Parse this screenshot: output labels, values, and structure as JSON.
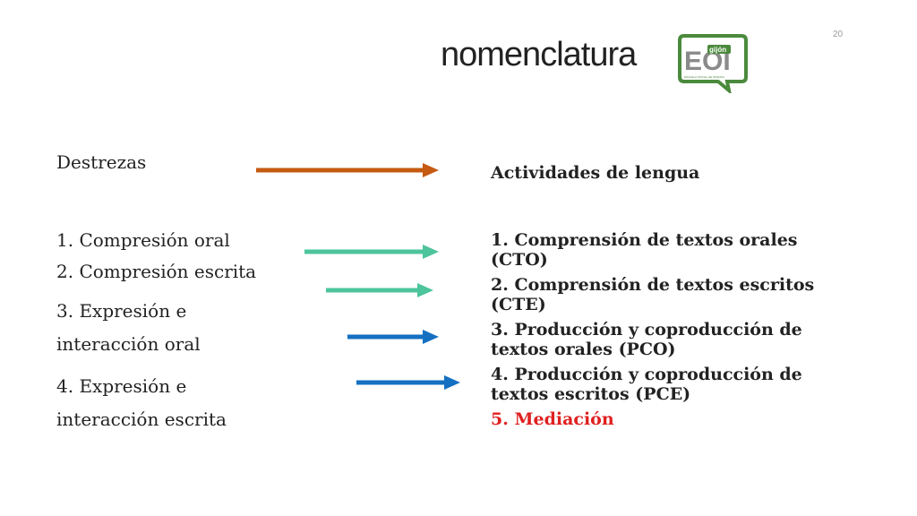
{
  "slide": {
    "title": "nomenclatura",
    "page_number": "20"
  },
  "logo": {
    "text": "EOI",
    "city": "gijón",
    "subtitle": "ESCUELA OFICIAL DE IDIOMAS",
    "color": "#4a8a3c"
  },
  "left": {
    "heading": "Destrezas",
    "items": [
      "1. Compresión oral",
      "2. Compresión escrita",
      "3. Expresión e",
      "interacción oral",
      "4. Expresión e",
      "interacción escrita"
    ]
  },
  "right": {
    "heading": "Actividades de lengua",
    "items": [
      "1. Comprensión de textos orales",
      "(CTO)",
      "2. Comprensión de textos escritos",
      "(CTE)",
      "3. Producción y coproducción de",
      "textos orales (PCO)",
      "4. Producción y coproducción de",
      "textos escritos (PCE)"
    ],
    "highlight": "5. Mediación"
  },
  "colors": {
    "arrow_heading": "#c55a11",
    "arrow_comprension": "#4dc49c",
    "arrow_expresion": "#1570c2",
    "highlight": "#e02020"
  }
}
